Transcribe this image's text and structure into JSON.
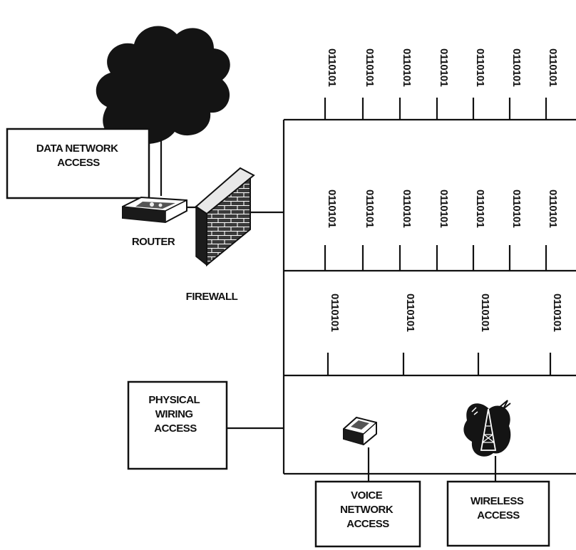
{
  "labels": {
    "data_network_access": [
      "DATA NETWORK",
      "ACCESS"
    ],
    "router": "ROUTER",
    "firewall": "FIREWALL",
    "physical_wiring_access": [
      "PHYSICAL",
      "WIRING",
      "ACCESS"
    ],
    "voice_network_access": [
      "VOICE",
      "NETWORK",
      "ACCESS"
    ],
    "wireless_access": [
      "WIRELESS",
      "ACCESS"
    ]
  },
  "bit_pattern": "0110101",
  "bus_rows": [
    {
      "name": "row-1",
      "count": 7
    },
    {
      "name": "row-2",
      "count": 7
    },
    {
      "name": "row-3",
      "count": 4
    }
  ],
  "colors": {
    "ink": "#111111",
    "background": "#ffffff"
  },
  "icons": [
    "internet-cloud-icon",
    "router-icon",
    "firewall-wall-icon",
    "voice-device-icon",
    "wireless-tower-icon"
  ]
}
